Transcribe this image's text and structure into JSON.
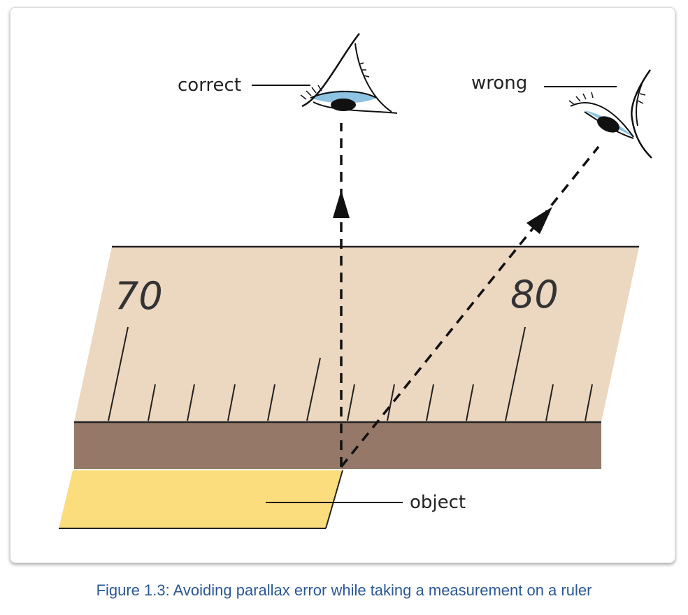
{
  "diagram": {
    "labels": {
      "correct": "correct",
      "wrong": "wrong",
      "object": "object",
      "scale_left": "70",
      "scale_right": "80"
    },
    "colors": {
      "ruler_face": "#ecd7c0",
      "ruler_edge": "#957868",
      "object": "#fbdd7e",
      "iris": "#8ec3e2",
      "pupil": "#111111",
      "caption": "#2a5896"
    },
    "icons": [
      "eye-icon-correct",
      "eye-icon-wrong",
      "arrow-up-icon",
      "arrow-diagonal-icon"
    ]
  },
  "caption": "Figure 1.3: Avoiding parallax error while taking a measurement on a ruler"
}
